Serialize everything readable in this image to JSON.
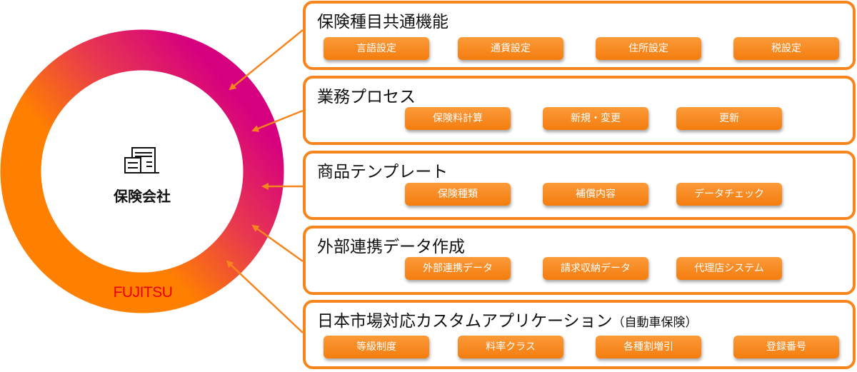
{
  "center": {
    "label": "保険会社",
    "icon": "office-building-icon",
    "logo_text": "FUJITSU"
  },
  "colors": {
    "accent": "#f7851e",
    "ring_start": "#ff8000",
    "ring_end": "#d6007f",
    "logo": "#e60012"
  },
  "panels": [
    {
      "title": "保険種目共通機能",
      "buttons": [
        "言語設定",
        "通貨設定",
        "住所設定",
        "税設定"
      ]
    },
    {
      "title": "業務プロセス",
      "buttons": [
        "保険料計算",
        "新規・変更",
        "更新"
      ]
    },
    {
      "title": "商品テンプレート",
      "buttons": [
        "保険種類",
        "補償内容",
        "データチェック"
      ]
    },
    {
      "title": "外部連携データ作成",
      "buttons": [
        "外部連携データ",
        "請求収納データ",
        "代理店システム"
      ]
    },
    {
      "title": "日本市場対応カスタムアプリケーション",
      "subtitle": "（自動車保険）",
      "buttons": [
        "等級制度",
        "料率クラス",
        "各種割増引",
        "登録番号"
      ]
    }
  ]
}
